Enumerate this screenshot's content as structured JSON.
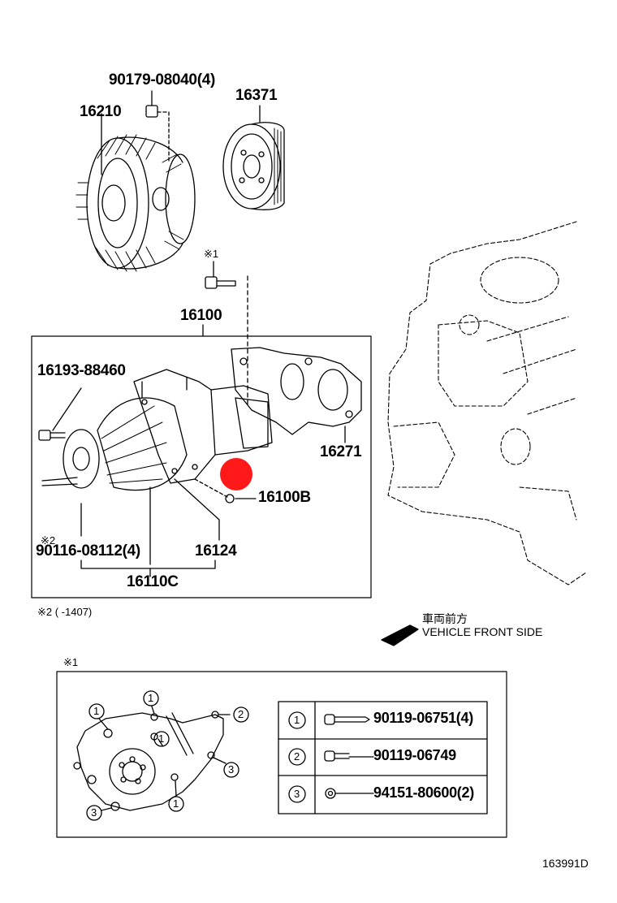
{
  "diagram": {
    "callouts": {
      "bolt_top": "90179-08040(4)",
      "fan_clutch": "16210",
      "pulley": "16371",
      "note1_mark": "※1",
      "pump_assy": "16100",
      "bolt_left": "16193-88460",
      "gasket": "16271",
      "plug": "16100B",
      "note2_mark": "※2",
      "stud": "90116-08112(4)",
      "oring": "16124",
      "pump_sub": "16110C",
      "note2_text": "※2 (      -1407)",
      "front_jp": "車両前方",
      "front_en": "VEHICLE FRONT SIDE",
      "inset_mark": "※1",
      "ref_code": "163991D"
    },
    "legend": [
      {
        "num": "1",
        "part": "90119-06751(4)"
      },
      {
        "num": "2",
        "part": "90119-06749"
      },
      {
        "num": "3",
        "part": "94151-80600(2)"
      }
    ],
    "inset_numbers": [
      "1",
      "1",
      "2",
      "1",
      "3",
      "1",
      "3"
    ],
    "highlight_color": "#ff0000"
  }
}
